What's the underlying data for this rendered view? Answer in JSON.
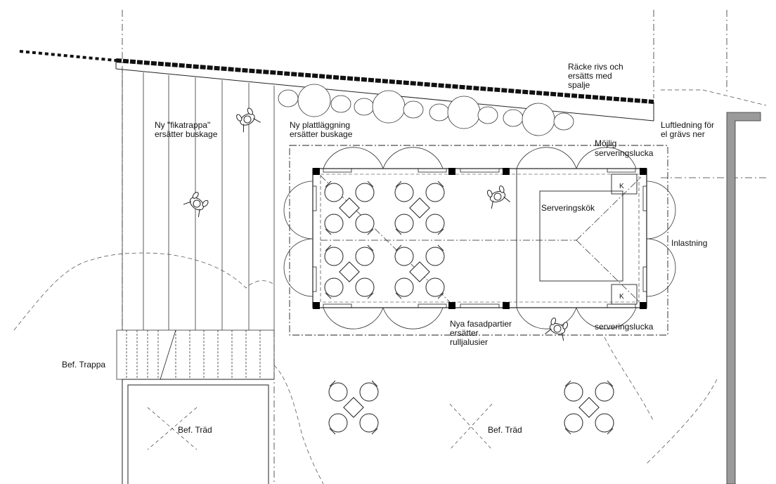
{
  "labels": {
    "railing_l1": "Räcke rivs och",
    "railing_l2": "ersätts med",
    "railing_l3": "spalje",
    "stairs_l1": "Ny \"fikatrappa\"",
    "stairs_l2": "ersätter buskage",
    "paving_l1": "Ny plattläggning",
    "paving_l2": "ersätter buskage",
    "airline_l1": "Luftledning för",
    "airline_l2": "el grävs ner",
    "hatch1_l1": "Möjlig",
    "hatch1_l2": "serveringslucka",
    "kitchen": "Serveringskök",
    "loading": "Inlastning",
    "facade_l1": "Nya fasadpartier",
    "facade_l2": "ersätter",
    "facade_l3": "rulljalusier",
    "hatch2": "serveringslucka",
    "existing_stairs": "Bef. Trappa",
    "tree_left": "Bef. Träd",
    "tree_right": "Bef. Träd",
    "k_top": "K",
    "k_bottom": "K"
  },
  "colors": {
    "line": "#222222",
    "wall": "#9a9a9a"
  }
}
